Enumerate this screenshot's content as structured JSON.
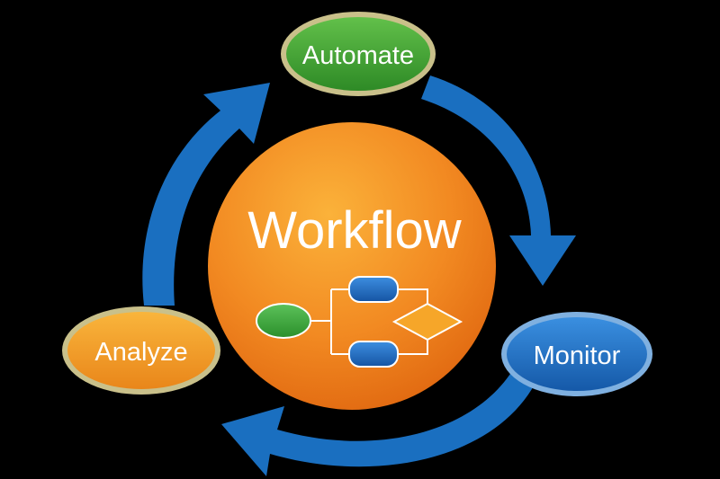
{
  "center": {
    "label": "Workflow"
  },
  "nodes": [
    {
      "id": "automate",
      "label": "Automate",
      "color": "#3f9d32"
    },
    {
      "id": "monitor",
      "label": "Monitor",
      "color": "#1f6fc2"
    },
    {
      "id": "analyze",
      "label": "Analyze",
      "color": "#f39a1c"
    }
  ],
  "colors": {
    "background": "#000000",
    "arrow": "#1a6fc0",
    "center_circle": "#f28a22",
    "node_rim": "#c9c08a",
    "flow_start": "#3aa33a",
    "flow_process": "#1c66b8",
    "flow_decision": "#f5a623"
  },
  "icons": {
    "center": "workflow-diagram-icon",
    "arrows": "cycle-arrow-icon"
  }
}
